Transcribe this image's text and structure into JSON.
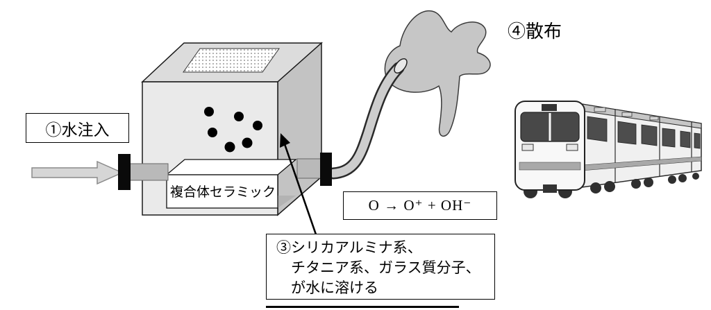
{
  "labels": {
    "step1": "①水注入",
    "step4": "④散布",
    "ceramic": "複合体セラミック",
    "formula": "O → O⁺ +  OH⁻",
    "step3_line1": "③シリカアルミナ系、",
    "step3_line2": "チタニア系、ガラス質分子、",
    "step3_line3": "が水に溶ける"
  },
  "diagram": {
    "molecule_count": 6,
    "icons": {
      "mesh_lid": "dotted-mesh-lid-icon",
      "molecules": "molecule-dots-icon",
      "hose": "spray-hose-icon",
      "splash": "water-splash-icon",
      "train": "train-icon",
      "flow_arrow": "water-flow-arrow-icon",
      "pointer": "pointer-arrow-icon"
    },
    "colors": {
      "cube_front": "#eaeaea",
      "cube_top": "#dcdcdc",
      "cube_side": "#c3c3c3",
      "splash_gray": "#c6c6c6",
      "pipe_gray": "#b9b9b9",
      "outline": "#000000"
    }
  }
}
